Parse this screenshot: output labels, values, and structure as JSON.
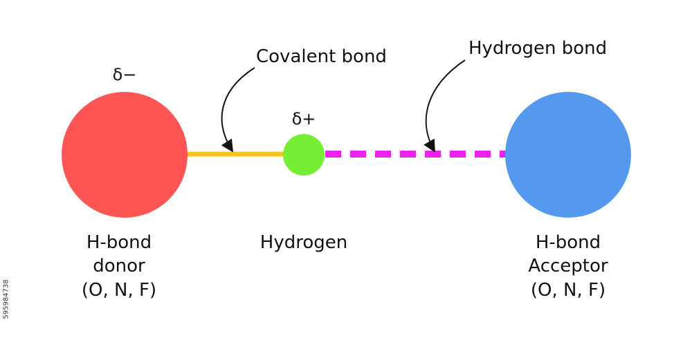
{
  "labels": {
    "donor": [
      "H-bond",
      "donor",
      "(O, N, F)"
    ],
    "hydrogen": "Hydrogen",
    "acceptor": [
      "H-bond",
      "Acceptor",
      "(O, N, F)"
    ],
    "covalent_bond": "Covalent bond",
    "hydrogen_bond": "Hydrogen bond",
    "delta_minus": "δ−",
    "delta_plus": "δ+"
  },
  "colors": {
    "donor": "#ff5555",
    "hydrogen": "#77ee33",
    "acceptor": "#5599ee",
    "covalent_bond": "#f5c518",
    "hydrogen_bond": "#ee22ee",
    "arrow": "#111111"
  },
  "stock_id": "595984738"
}
